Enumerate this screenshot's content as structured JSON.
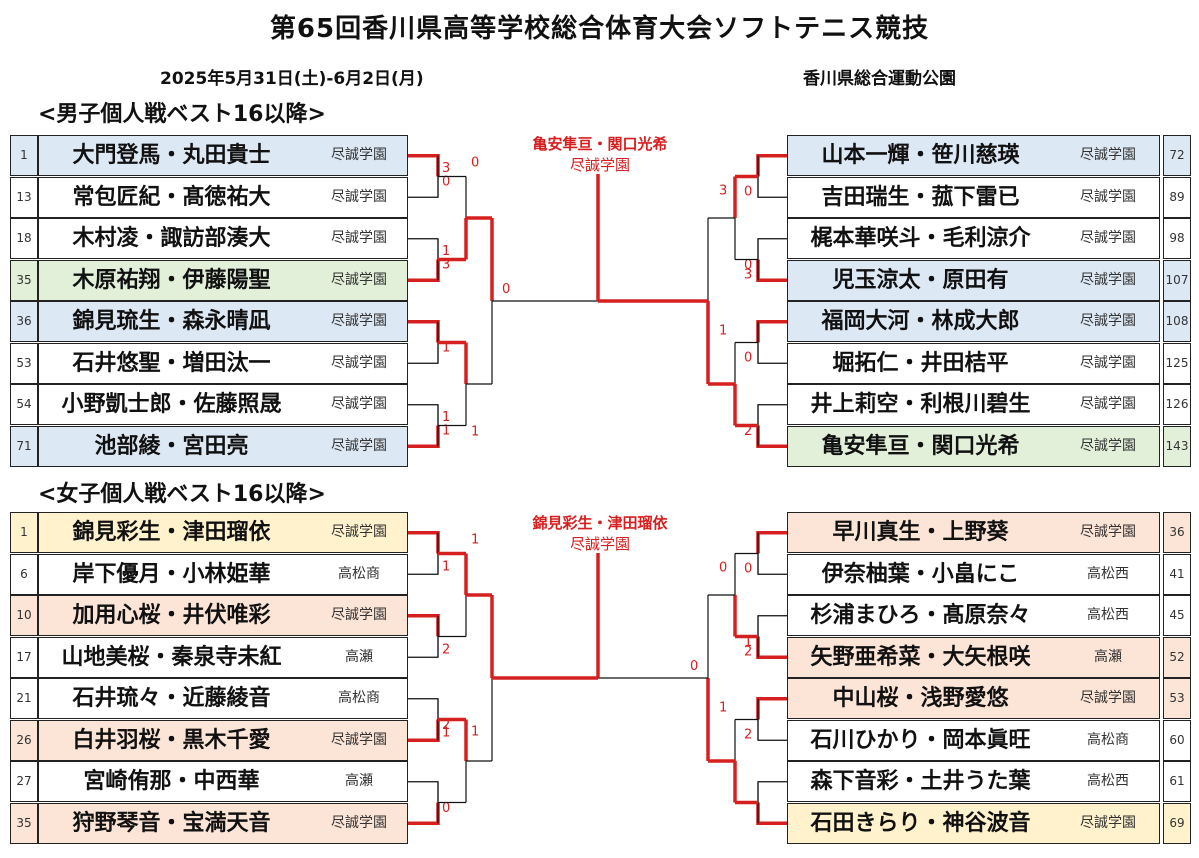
{
  "title": "第65回香川県高等学校総合体育大会ソフトテニス競技",
  "date": "2025年5月31日(土)-6月2日(月)",
  "venue": "香川県総合運動公園",
  "sections": [
    {
      "label": "<男子個人戦ベスト16以降>",
      "champion": {
        "names": "亀安隼亘・関口光希",
        "school": "尽誠学園"
      },
      "final_score": "0",
      "left": [
        {
          "seed": "1",
          "names": "大門登馬・丸田貴士",
          "school": "尽誠学園",
          "color": "#dde8f5"
        },
        {
          "seed": "13",
          "names": "常包匠紀・髙徳祐大",
          "school": "尽誠学園",
          "color": "#ffffff"
        },
        {
          "seed": "18",
          "names": "木村凌・諏訪部湊大",
          "school": "尽誠学園",
          "color": "#ffffff"
        },
        {
          "seed": "35",
          "names": "木原祐翔・伊藤陽聖",
          "school": "尽誠学園",
          "color": "#e2efd9"
        },
        {
          "seed": "36",
          "names": "錦見琉生・森永晴凪",
          "school": "尽誠学園",
          "color": "#dde8f5"
        },
        {
          "seed": "53",
          "names": "石井悠聖・増田汰一",
          "school": "尽誠学園",
          "color": "#ffffff"
        },
        {
          "seed": "54",
          "names": "小野凱士郎・佐藤照晟",
          "school": "尽誠学園",
          "color": "#ffffff"
        },
        {
          "seed": "71",
          "names": "池部綾・宮田亮",
          "school": "尽誠学園",
          "color": "#dde8f5"
        }
      ],
      "right": [
        {
          "seed": "72",
          "names": "山本一輝・笹川慈瑛",
          "school": "尽誠学園",
          "color": "#dde8f5"
        },
        {
          "seed": "89",
          "names": "吉田瑞生・菰下雷已",
          "school": "尽誠学園",
          "color": "#ffffff"
        },
        {
          "seed": "98",
          "names": "梶本華咲斗・毛利涼介",
          "school": "尽誠学園",
          "color": "#ffffff"
        },
        {
          "seed": "107",
          "names": "児玉涼太・原田有",
          "school": "尽誠学園",
          "color": "#dde8f5"
        },
        {
          "seed": "108",
          "names": "福岡大河・林成大郎",
          "school": "尽誠学園",
          "color": "#dde8f5"
        },
        {
          "seed": "125",
          "names": "堀拓仁・井田桔平",
          "school": "尽誠学園",
          "color": "#ffffff"
        },
        {
          "seed": "126",
          "names": "井上莉空・利根川碧生",
          "school": "尽誠学園",
          "color": "#ffffff"
        },
        {
          "seed": "143",
          "names": "亀安隼亘・関口光希",
          "school": "尽誠学園",
          "color": "#e2efd9"
        }
      ],
      "scores_left_r1": [
        "3",
        "0",
        "1",
        "3",
        "",
        "1",
        "1",
        "1"
      ],
      "scores_left_r2": [
        "0",
        "",
        "",
        "1"
      ],
      "scores_right_r1": [
        "",
        "0",
        "0",
        "3",
        "",
        "0",
        "2",
        ""
      ],
      "scores_right_r2": [
        "3",
        "",
        "1",
        ""
      ]
    },
    {
      "label": "<女子個人戦ベスト16以降>",
      "champion": {
        "names": "錦見彩生・津田瑠依",
        "school": "尽誠学園"
      },
      "final_score": "0",
      "left": [
        {
          "seed": "1",
          "names": "錦見彩生・津田瑠依",
          "school": "尽誠学園",
          "color": "#fff2cc"
        },
        {
          "seed": "6",
          "names": "岸下優月・小林姫華",
          "school": "高松商",
          "color": "#ffffff"
        },
        {
          "seed": "10",
          "names": "加用心桜・井伏唯彩",
          "school": "尽誠学園",
          "color": "#fce4d6"
        },
        {
          "seed": "17",
          "names": "山地美桜・秦泉寺未紅",
          "school": "高瀬",
          "color": "#ffffff"
        },
        {
          "seed": "21",
          "names": "石井琉々・近藤綾音",
          "school": "高松商",
          "color": "#ffffff"
        },
        {
          "seed": "26",
          "names": "白井羽桜・黒木千愛",
          "school": "尽誠学園",
          "color": "#fce4d6"
        },
        {
          "seed": "27",
          "names": "宮崎侑那・中西華",
          "school": "高瀬",
          "color": "#ffffff"
        },
        {
          "seed": "35",
          "names": "狩野琴音・宝満天音",
          "school": "尽誠学園",
          "color": "#fce4d6"
        }
      ],
      "right": [
        {
          "seed": "36",
          "names": "早川真生・上野葵",
          "school": "尽誠学園",
          "color": "#fce4d6"
        },
        {
          "seed": "41",
          "names": "伊奈柚葉・小畠にこ",
          "school": "高松西",
          "color": "#ffffff"
        },
        {
          "seed": "45",
          "names": "杉浦まひろ・髙原奈々",
          "school": "高松西",
          "color": "#ffffff"
        },
        {
          "seed": "52",
          "names": "矢野亜希菜・大矢根咲",
          "school": "高瀬",
          "color": "#fce4d6"
        },
        {
          "seed": "53",
          "names": "中山桜・浅野愛悠",
          "school": "尽誠学園",
          "color": "#fce4d6"
        },
        {
          "seed": "60",
          "names": "石川ひかり・岡本眞旺",
          "school": "高松商",
          "color": "#ffffff"
        },
        {
          "seed": "61",
          "names": "森下音彩・土井うた葉",
          "school": "高松西",
          "color": "#ffffff"
        },
        {
          "seed": "69",
          "names": "石田きらり・神谷波音",
          "school": "尽誠学園",
          "color": "#fff2cc"
        }
      ],
      "scores_left_r1": [
        "",
        "1",
        "",
        "2",
        "2",
        "1",
        "0",
        ""
      ],
      "scores_left_r2": [
        "1",
        "",
        "1",
        ""
      ],
      "scores_right_r1": [
        "",
        "0",
        "1",
        "2",
        "",
        "2",
        "",
        ""
      ],
      "scores_right_r2": [
        "0",
        "",
        "1",
        ""
      ]
    }
  ]
}
